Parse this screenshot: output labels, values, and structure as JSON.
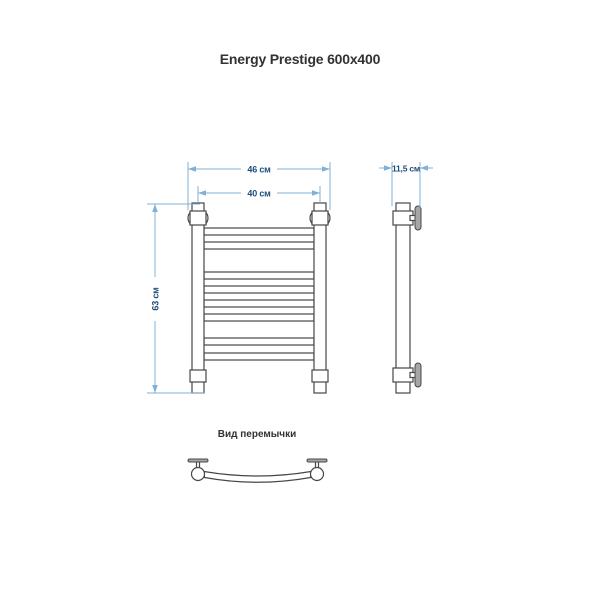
{
  "title": "Energy Prestige 600x400",
  "front_view": {
    "dim_width_outer": "46 см",
    "dim_width_axes": "40 см",
    "dim_height": "63 см",
    "rungs": {
      "count": 8,
      "y_positions": [
        228,
        242,
        272,
        286,
        300,
        314,
        338,
        353
      ]
    }
  },
  "side_view": {
    "dim_depth": "11,5 см"
  },
  "crossbar_view": {
    "label": "Вид перемычки"
  },
  "colors": {
    "background": "#ffffff",
    "outline": "#474747",
    "bracket_fill": "#a6a6a6",
    "dimension_line": "#7fb0d8",
    "dimension_text": "#1d4e78",
    "label_text": "#323232"
  }
}
